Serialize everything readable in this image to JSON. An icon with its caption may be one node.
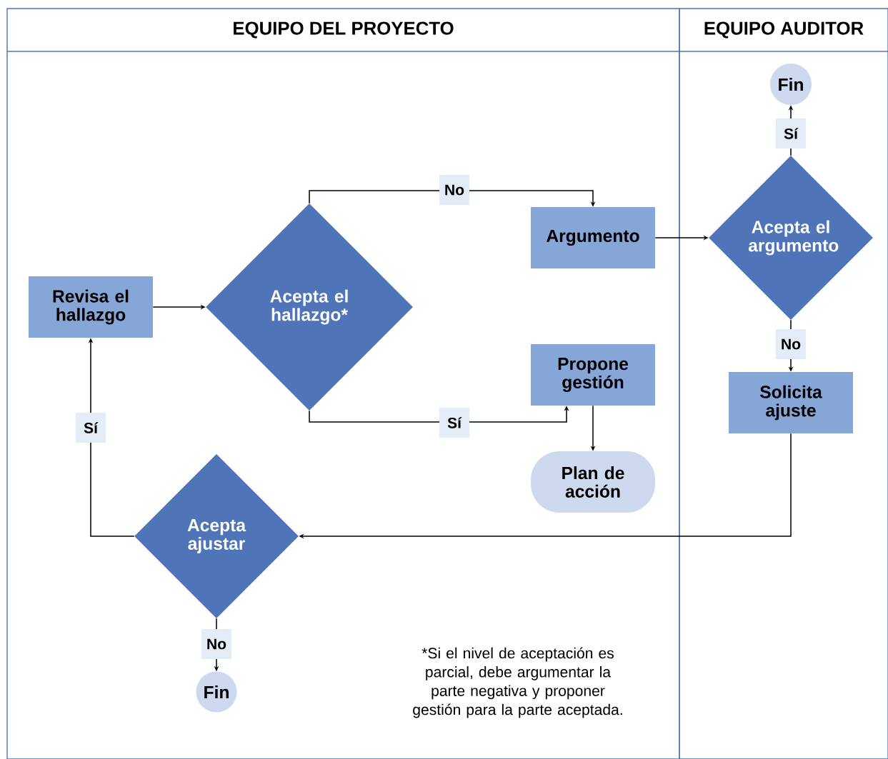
{
  "diagram": {
    "nodes": [
      {
        "text": [
          "EQUIPO DEL PROYECTO"
        ]
      },
      {
        "text": [
          "EQUIPO AUDITOR"
        ]
      },
      {
        "text": [
          "Revisa el hallazgo"
        ],
        "in": 0
      },
      {
        "text": [
          "Acepta el hallazgo*"
        ],
        "in": 0
      },
      {
        "text": [
          "Argumento"
        ],
        "in": 0
      },
      {
        "text": [
          "Propone gestión"
        ],
        "in": 0
      },
      {
        "text": [
          "Plan de acción"
        ],
        "in": 0
      },
      {
        "text": [
          "Acepta ajustar"
        ],
        "in": 0
      },
      {
        "text": [
          "Fin"
        ],
        "in": 0
      },
      {
        "text": [
          "Fin"
        ],
        "in": 1
      },
      {
        "text": [
          "Acepta el argumento"
        ],
        "in": 1
      },
      {
        "text": [
          "Solicita ajuste"
        ],
        "in": 1
      }
    ],
    "edges": [
      {
        "from": 2,
        "to": 3,
        "arrow": "to"
      },
      {
        "from": 3,
        "to": 4,
        "arrow": "to",
        "label": "No"
      },
      {
        "from": 3,
        "to": 5,
        "arrow": "to",
        "label": "Sí"
      },
      {
        "from": 5,
        "to": 6,
        "arrow": "to"
      },
      {
        "from": 4,
        "to": 10,
        "arrow": "to"
      },
      {
        "from": 10,
        "to": 9,
        "arrow": "to",
        "label": "Sí"
      },
      {
        "from": 10,
        "to": 11,
        "arrow": "to",
        "label": "No"
      },
      {
        "from": 11,
        "to": 7,
        "arrow": "to"
      },
      {
        "from": 7,
        "to": 2,
        "arrow": "to",
        "label": "Sí"
      },
      {
        "from": 7,
        "to": 8,
        "arrow": "to",
        "label": "No"
      }
    ],
    "labels": [
      "*Si el nivel de aceptación es parcial, debe argumentar la parte negativa y proponer gestión para la parte aceptada."
    ]
  }
}
